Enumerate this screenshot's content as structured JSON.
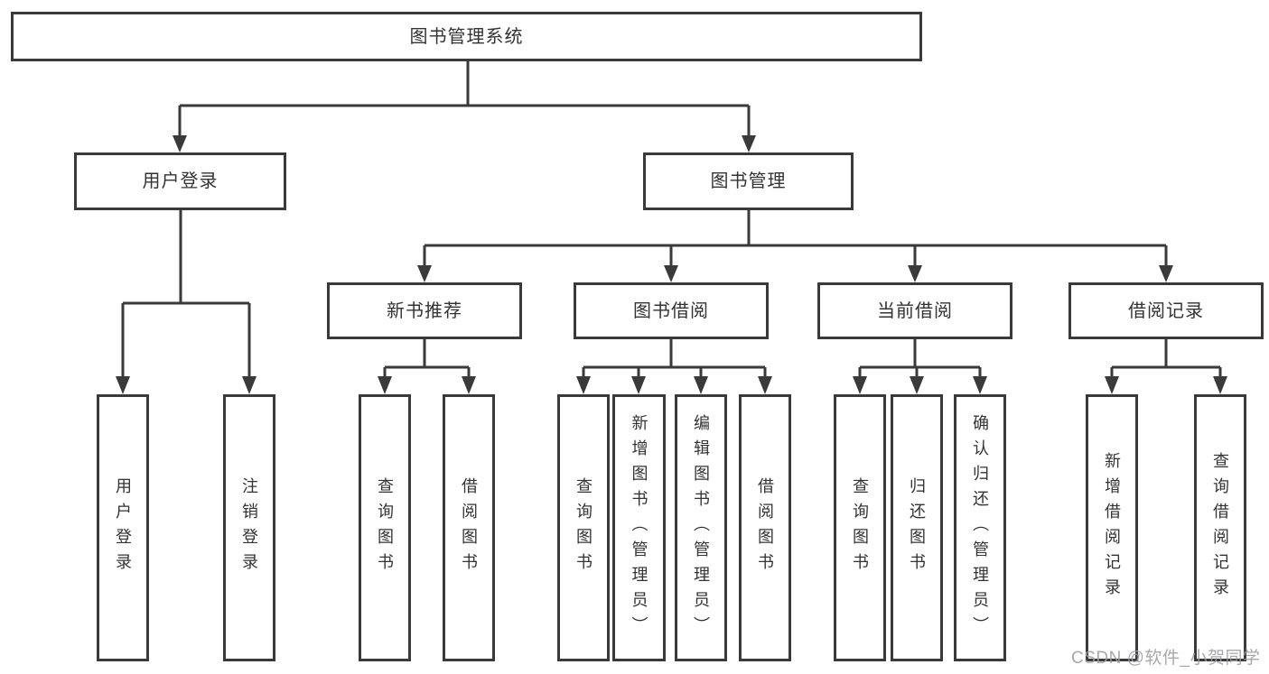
{
  "diagram": {
    "root": "图书管理系统",
    "level2": {
      "user_login": "用户登录",
      "book_mgmt": "图书管理"
    },
    "level3": {
      "new_book": "新书推荐",
      "book_borrow": "图书借阅",
      "current_borrow": "当前借阅",
      "borrow_record": "借阅记录"
    },
    "leaves": {
      "user_login": [
        "用户登录",
        "注销登录"
      ],
      "new_book": [
        "查询图书",
        "借阅图书"
      ],
      "book_borrow": [
        "查询图书",
        "新增图书（管理员）",
        "编辑图书（管理员）",
        "借阅图书"
      ],
      "current_borrow": [
        "查询图书",
        "归还图书",
        "确认归还（管理员）"
      ],
      "borrow_record": [
        "新增借阅记录",
        "查询借阅记录"
      ]
    }
  },
  "watermark": "CSDN @软件_小贺同学",
  "colors": {
    "line": "#3a3a3a",
    "text": "#333333",
    "watermark": "#9e9ea2",
    "background": "#ffffff"
  }
}
